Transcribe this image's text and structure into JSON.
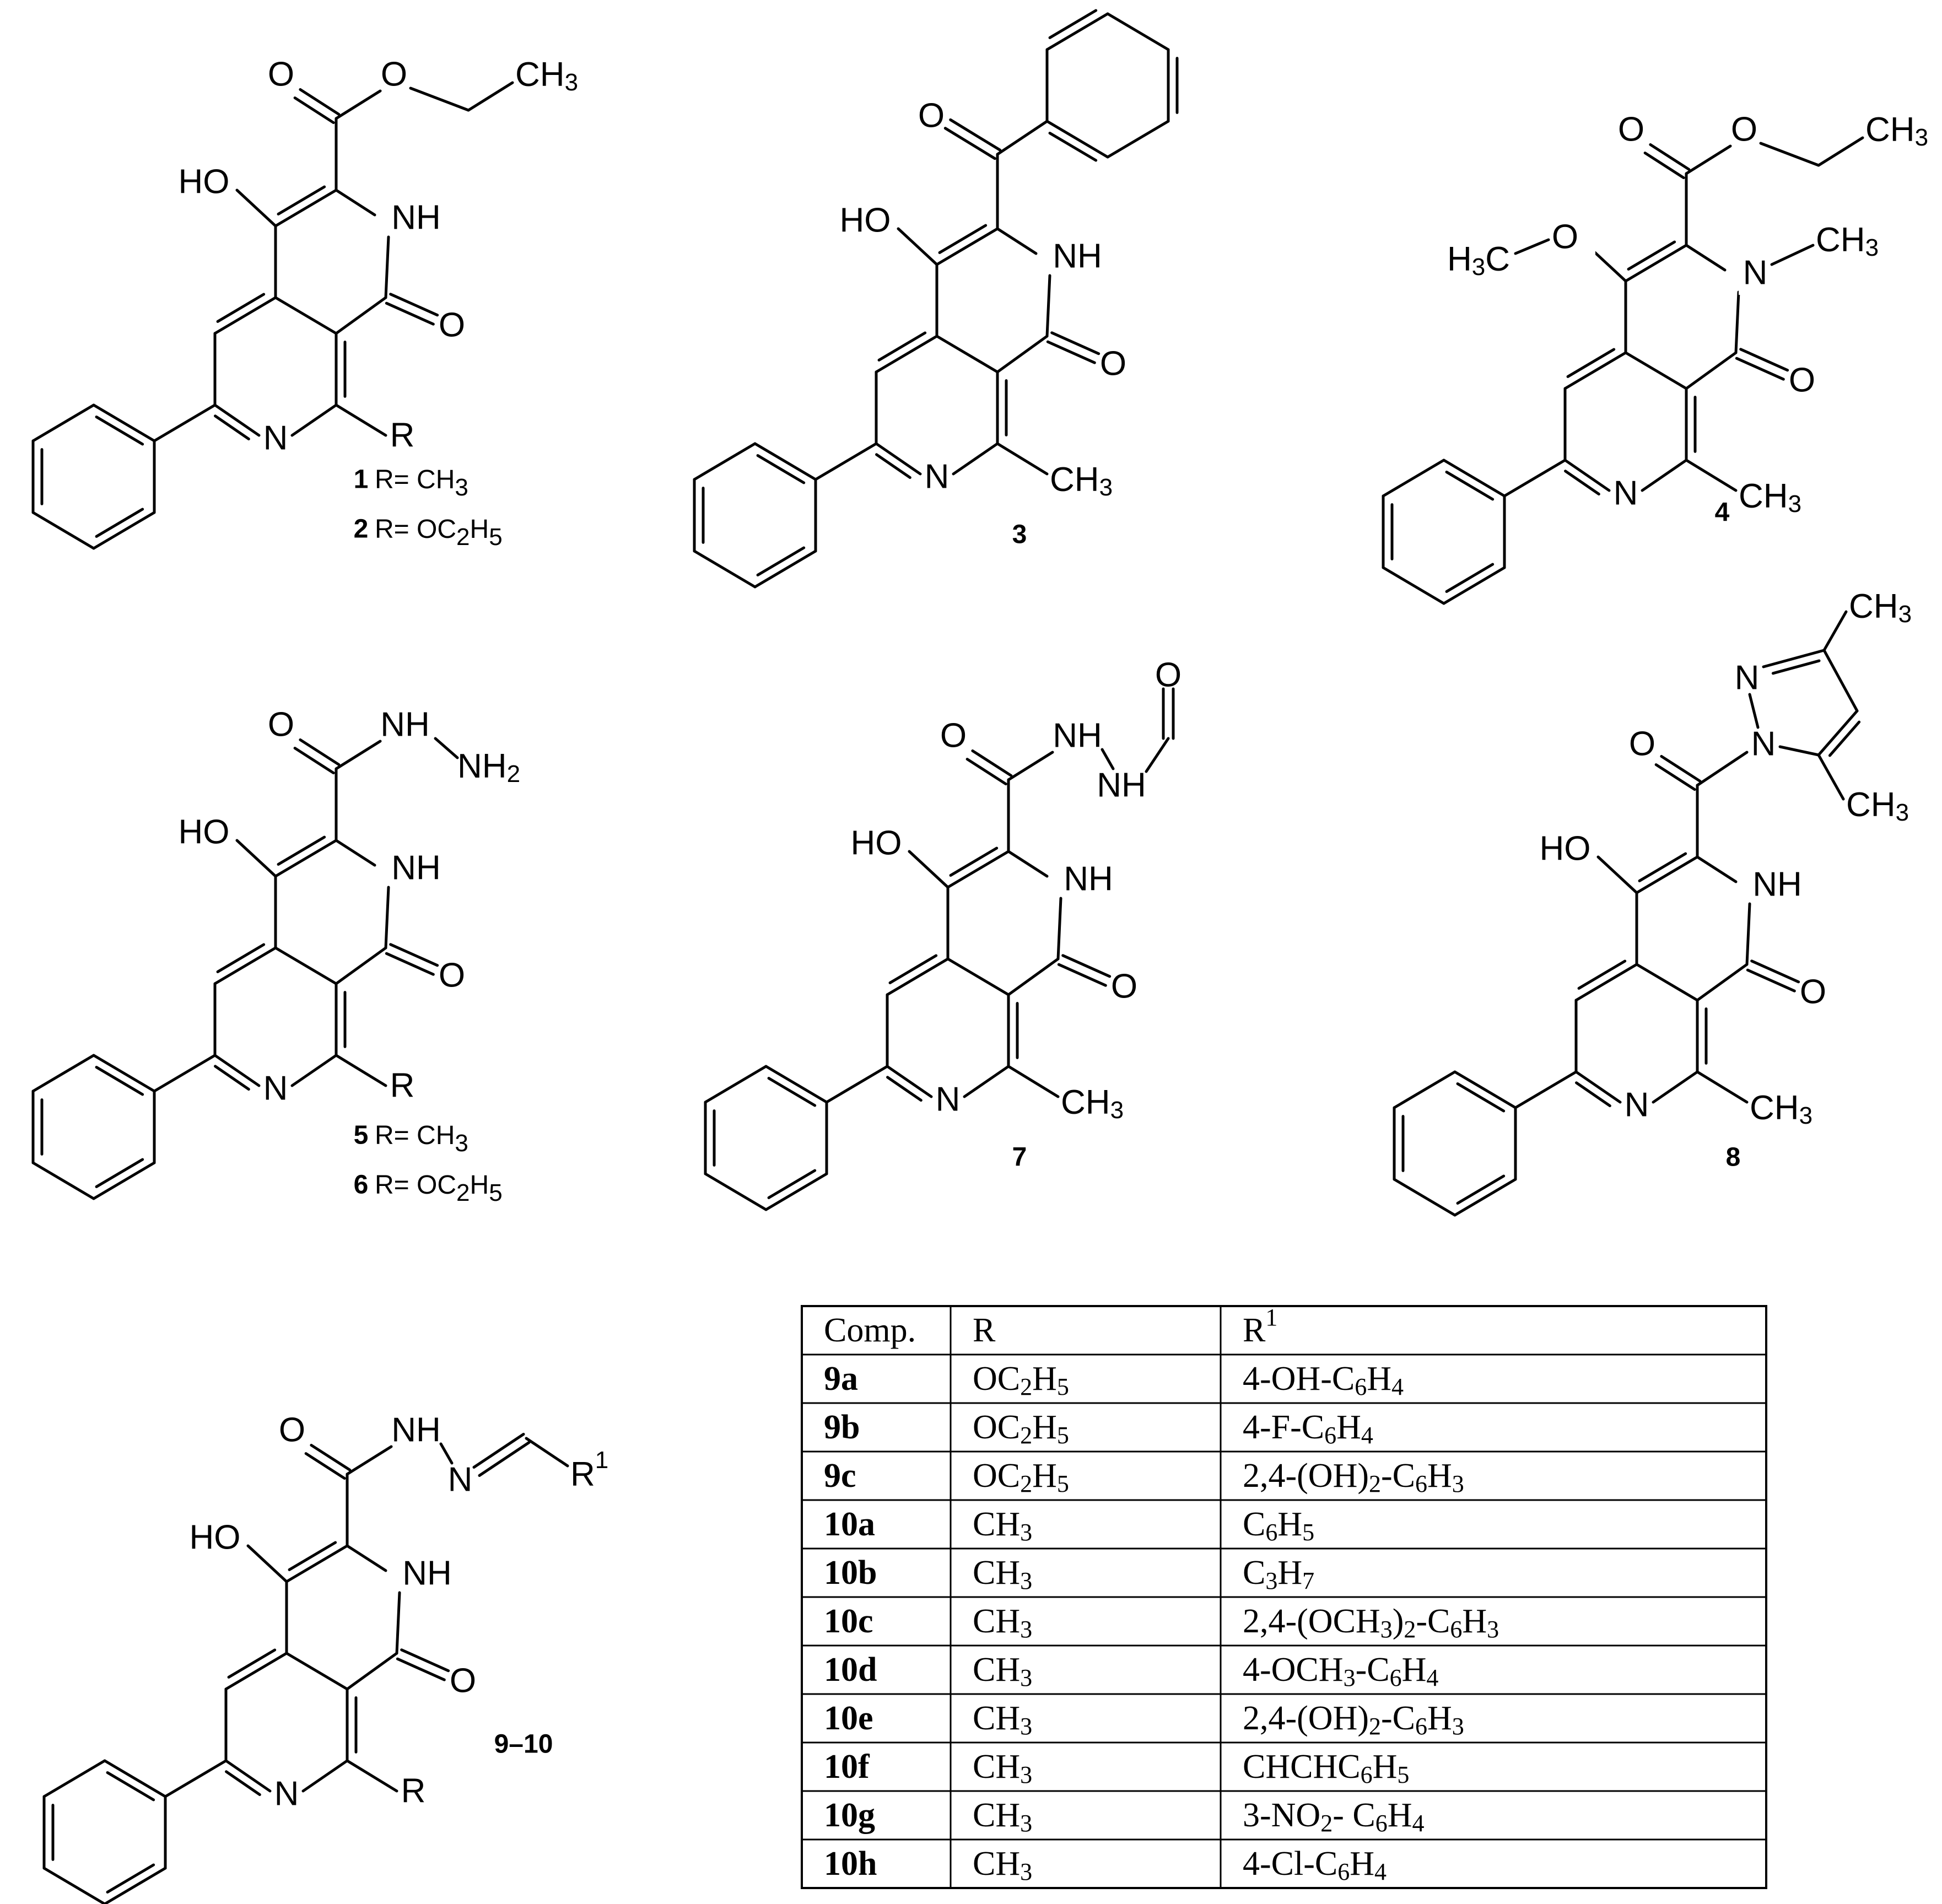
{
  "labels": {
    "HO": "HO",
    "NH": "NH",
    "N": "N",
    "O": "O",
    "R": "R",
    "CH3": "CH3",
    "H3C": "H3C",
    "NH2": "NH2",
    "R1": "R1"
  },
  "compounds": {
    "c1": {
      "id": "1",
      "sub": "R= CH3"
    },
    "c2": {
      "id": "2",
      "sub": "R= OC2H5"
    },
    "c3": {
      "id": "3"
    },
    "c4": {
      "id": "4"
    },
    "c5": {
      "id": "5",
      "sub": "R= CH3"
    },
    "c6": {
      "id": "6",
      "sub": "R= OC2H5"
    },
    "c7": {
      "id": "7"
    },
    "c8": {
      "id": "8"
    },
    "c9_10": {
      "id": "9–10"
    }
  },
  "table": {
    "headers": [
      "Comp.",
      "R",
      "R1"
    ],
    "rows": [
      {
        "comp": "9a",
        "r": "OC2H5",
        "r1": "4-OH-C6H4"
      },
      {
        "comp": "9b",
        "r": "OC2H5",
        "r1": "4-F-C6H4"
      },
      {
        "comp": "9c",
        "r": "OC2H5",
        "r1": "2,4-(OH)2-C6H3"
      },
      {
        "comp": "10a",
        "r": "CH3",
        "r1": "C6H5"
      },
      {
        "comp": "10b",
        "r": "CH3",
        "r1": "C3H7"
      },
      {
        "comp": "10c",
        "r": "CH3",
        "r1": "2,4-(OCH3)2-C6H3"
      },
      {
        "comp": "10d",
        "r": "CH3",
        "r1": "4-OCH3-C6H4"
      },
      {
        "comp": "10e",
        "r": "CH3",
        "r1": "2,4-(OH)2-C6H3"
      },
      {
        "comp": "10f",
        "r": "CH3",
        "r1": "CHCHC6H5"
      },
      {
        "comp": "10g",
        "r": "CH3",
        "r1": "3-NO2- C6H4"
      },
      {
        "comp": "10h",
        "r": "CH3",
        "r1": "4-Cl-C6H4"
      }
    ]
  }
}
